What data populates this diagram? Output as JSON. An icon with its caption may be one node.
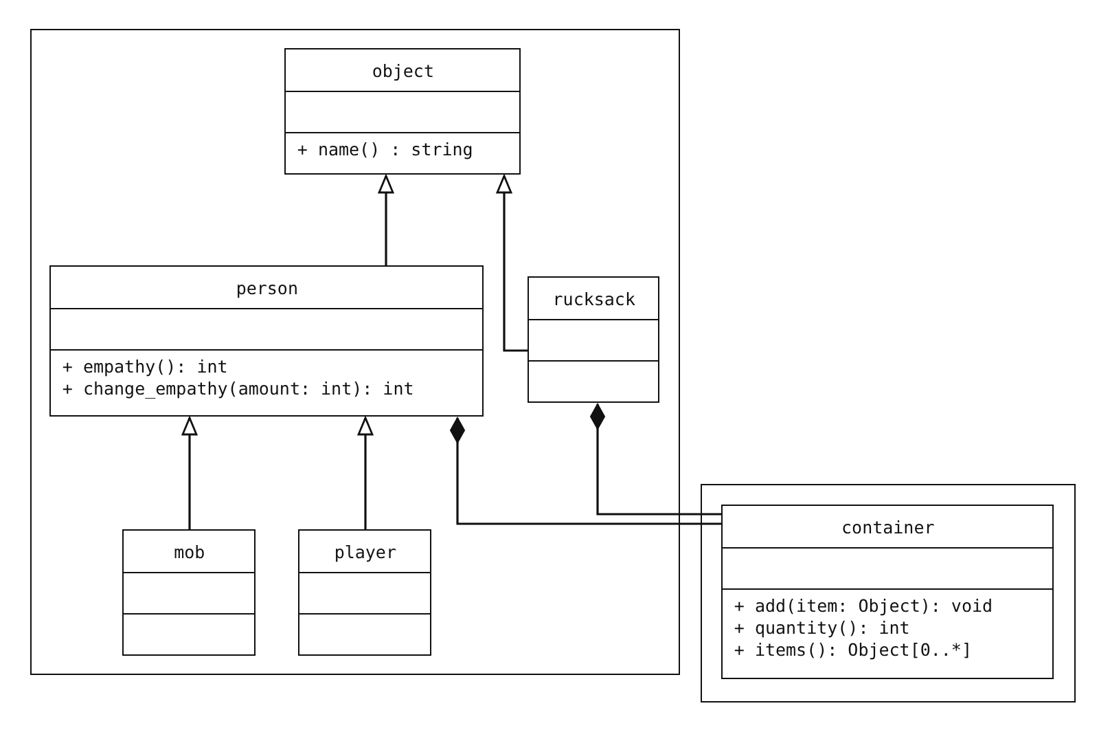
{
  "diagram": {
    "nodes": [
      {
        "text": [],
        "shape": "box"
      },
      {
        "text": [
          "object",
          "+ name() : string"
        ],
        "in": 0
      },
      {
        "text": [
          "person",
          "+ empathy(): int",
          "+ change_empathy(amount: int): int"
        ],
        "in": 0
      },
      {
        "text": [
          "rucksack"
        ],
        "in": 0
      },
      {
        "text": [
          "mob"
        ],
        "in": 0
      },
      {
        "text": [
          "player"
        ],
        "in": 0
      },
      {
        "text": [],
        "shape": "box"
      },
      {
        "text": [
          "container",
          "+ add(item: Object): void",
          "+ quantity(): int",
          "+ items(): Object[0..*]"
        ],
        "in": 6
      }
    ],
    "edges": [
      {
        "from": 2,
        "to": 1,
        "arrow": "to"
      },
      {
        "from": 3,
        "to": 1,
        "arrow": "to"
      },
      {
        "from": 4,
        "to": 2,
        "arrow": "to"
      },
      {
        "from": 5,
        "to": 2,
        "arrow": "to"
      },
      {
        "from": 2,
        "to": 7,
        "arrow": "other"
      },
      {
        "from": 3,
        "to": 7,
        "arrow": "other"
      }
    ]
  }
}
